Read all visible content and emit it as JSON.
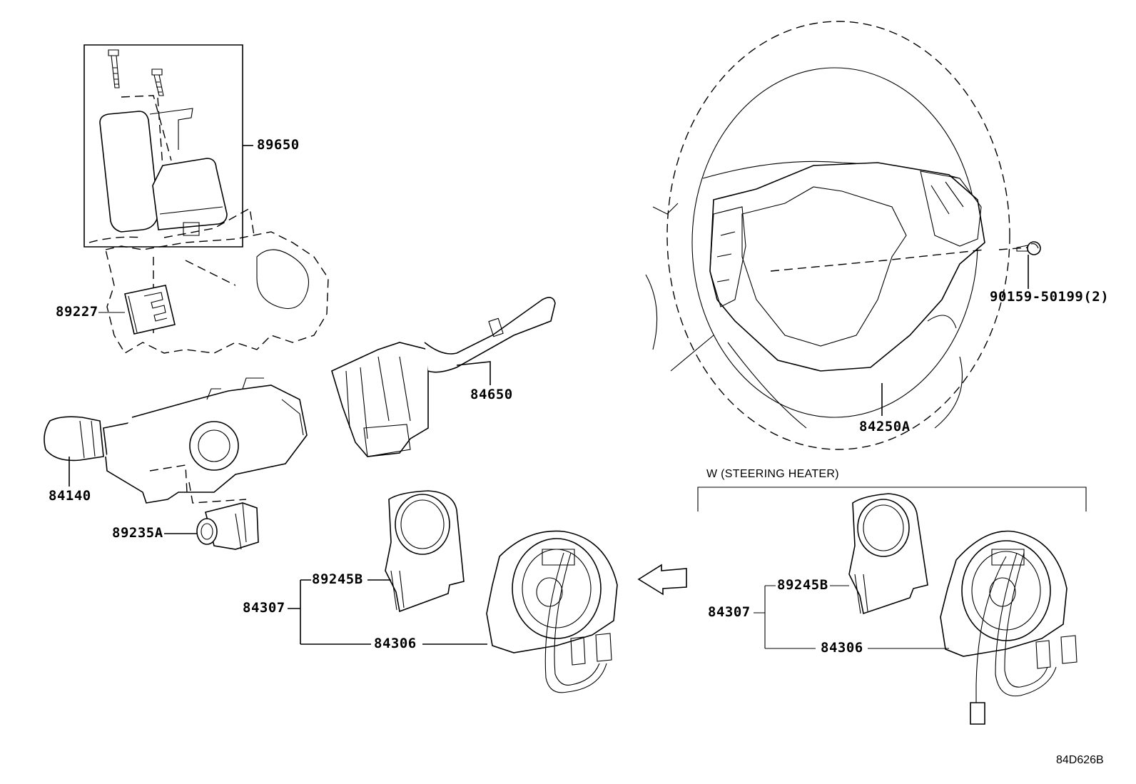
{
  "diagram": {
    "type": "parts-diagram",
    "drawing_code": "84D626B",
    "variant_box_title": "W (STEERING HEATER)",
    "parts": [
      {
        "id": "p89650",
        "number": "89650",
        "depicts": "steering lock / ECU module with bolts (boxed)"
      },
      {
        "id": "p89227",
        "number": "89227",
        "depicts": "bracket / connector clip"
      },
      {
        "id": "p84650",
        "number": "84650",
        "depicts": "wiper switch lever"
      },
      {
        "id": "p84140",
        "number": "84140",
        "depicts": "turn signal / headlight combination switch"
      },
      {
        "id": "p89235A",
        "number": "89235A",
        "depicts": "sensor"
      },
      {
        "id": "p84250A",
        "number": "84250A",
        "depicts": "steering wheel pad switch assembly"
      },
      {
        "id": "p90159",
        "number": "90159-50199(2)",
        "depicts": "screw, quantity 2"
      },
      {
        "id": "p84307_main",
        "number": "84307",
        "depicts": "spiral cable sub-assembly (group)"
      },
      {
        "id": "p89245B_main",
        "number": "89245B",
        "depicts": "steering angle sensor"
      },
      {
        "id": "p84306_main",
        "number": "84306",
        "depicts": "spiral cable / clock spring"
      },
      {
        "id": "p84307_heater",
        "number": "84307",
        "depicts": "spiral cable sub-assembly (steering heater variant)"
      },
      {
        "id": "p89245B_heater",
        "number": "89245B",
        "depicts": "steering angle sensor (steering heater variant)"
      },
      {
        "id": "p84306_heater",
        "number": "84306",
        "depicts": "spiral cable with heater lead (steering heater variant)"
      }
    ]
  },
  "labels": {
    "l89650": "89650",
    "l89227": "89227",
    "l84650": "84650",
    "l84140": "84140",
    "l89235A": "89235A",
    "l84250A": "84250A",
    "l90159": "90159-50199(2)",
    "l84307a": "84307",
    "l89245Ba": "89245B",
    "l84306a": "84306",
    "l84307b": "84307",
    "l89245Bb": "89245B",
    "l84306b": "84306"
  },
  "icons": {
    "variant_arrow": "arrow-left-icon"
  }
}
